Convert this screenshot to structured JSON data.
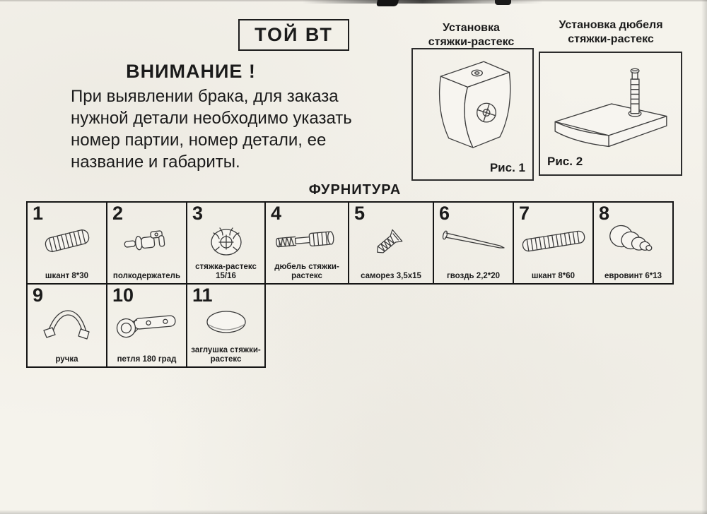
{
  "page": {
    "title_box": "ТОЙ ВТ",
    "section_title": "ФУРНИТУРА"
  },
  "warning": {
    "title": "ВНИМАНИЕ !",
    "text": "При выявлении брака, для заказа\nнужной детали необходимо указать\nномер партии, номер детали, ее\nназвание и габариты."
  },
  "figures": [
    {
      "heading": "Установка\nстяжки-растекс",
      "caption": "Рис. 1"
    },
    {
      "heading": "Установка дюбеля\nстяжки-растекс",
      "caption": "Рис. 2"
    }
  ],
  "hardware": {
    "items": [
      {
        "num": "1",
        "label": "шкант 8*30"
      },
      {
        "num": "2",
        "label": "полкодержатель"
      },
      {
        "num": "3",
        "label": "стяжка-растекс 15/16"
      },
      {
        "num": "4",
        "label": "дюбель стяжки-растекс"
      },
      {
        "num": "5",
        "label": "саморез 3,5х15"
      },
      {
        "num": "6",
        "label": "гвоздь 2,2*20"
      },
      {
        "num": "7",
        "label": "шкант 8*60"
      },
      {
        "num": "8",
        "label": "евровинт 6*13"
      },
      {
        "num": "9",
        "label": "ручка"
      },
      {
        "num": "10",
        "label": "петля 180 град"
      },
      {
        "num": "11",
        "label": "заглушка стяжки-растекс"
      }
    ]
  }
}
